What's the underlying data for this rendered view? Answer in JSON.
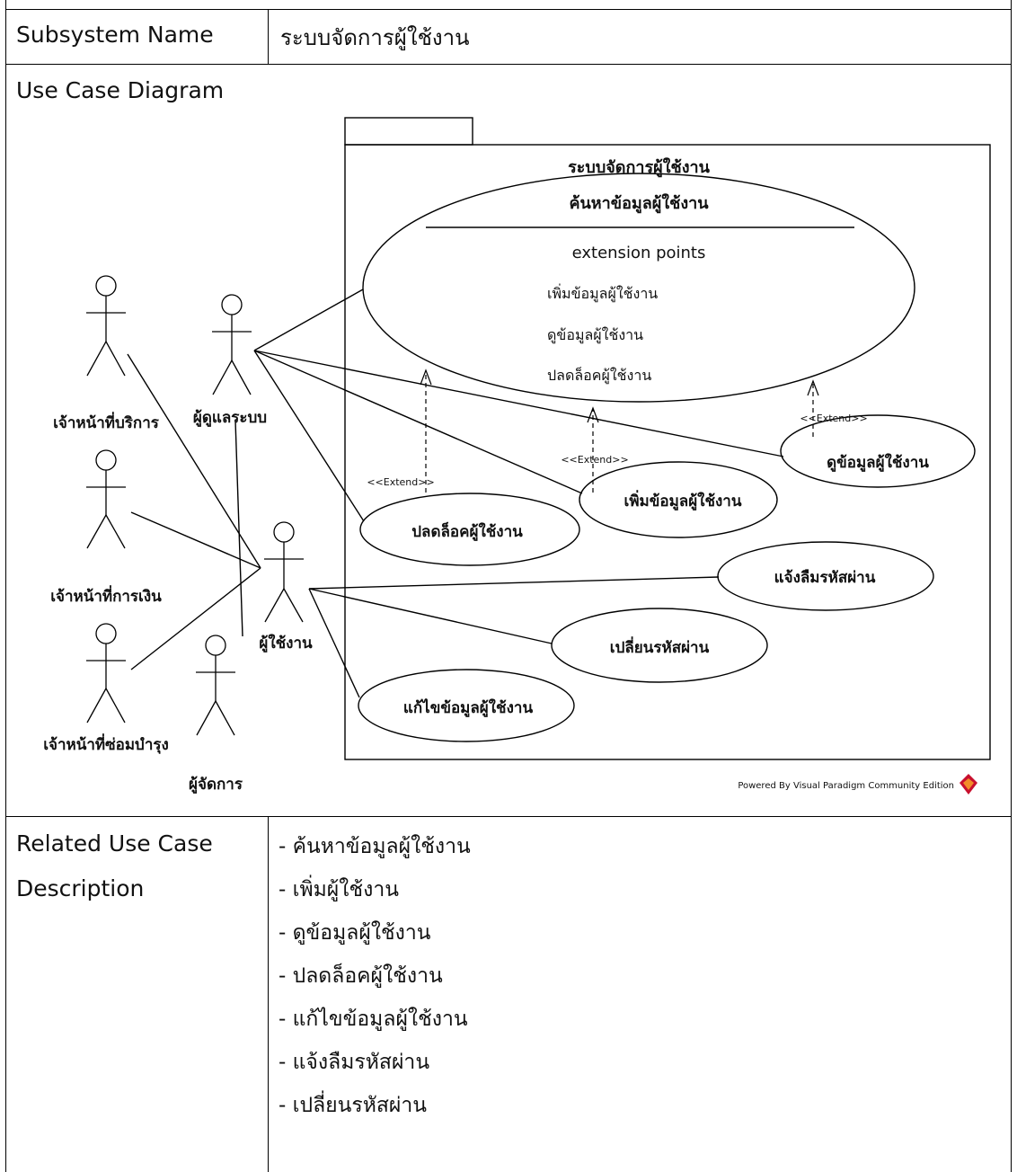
{
  "subsystem": {
    "label": "Subsystem Name",
    "value": "ระบบจัดการผู้ใช้งาน"
  },
  "diagram": {
    "label": "Use Case Diagram",
    "system_name": "ระบบจัดการผู้ใช้งาน",
    "main_use_case": {
      "name": "ค้นหาข้อมูลผู้ใช้งาน",
      "compartment_title": "extension points",
      "extension_points": [
        "เพิ่มข้อมูลผู้ใช้งาน",
        "ดูข้อมูลผู้ใช้งาน",
        "ปลดล็อคผู้ใช้งาน"
      ]
    },
    "use_cases": {
      "view": "ดูข้อมูลผู้ใช้งาน",
      "add": "เพิ่มข้อมูลผู้ใช้งาน",
      "unlock": "ปลดล็อคผู้ใช้งาน",
      "forgot": "แจ้งลืมรหัสผ่าน",
      "change": "เปลี่ยนรหัสผ่าน",
      "edit": "แก้ไขข้อมูลผู้ใช้งาน"
    },
    "extend_label": "<<Extend>>",
    "actors": {
      "service": "เจ้าหน้าที่บริการ",
      "admin": "ผู้ดูแลระบบ",
      "finance": "เจ้าหน้าที่การเงิน",
      "user": "ผู้ใช้งาน",
      "maintenance": "เจ้าหน้าที่ซ่อมบำรุง",
      "manager": "ผู้จัดการ"
    },
    "powered_by": "Powered By Visual Paradigm Community Edition",
    "colors": {
      "logo_red": "#c8102e",
      "logo_orange": "#f28c28"
    }
  },
  "related": {
    "label_line1": "Related Use Case",
    "label_line2": "Description",
    "items": [
      "- ค้นหาข้อมูลผู้ใช้งาน",
      "- เพิ่มผู้ใช้งาน",
      "- ดูข้อมูลผู้ใช้งาน",
      "- ปลดล็อคผู้ใช้งาน",
      "- แก้ไขข้อมูลผู้ใช้งาน",
      "- แจ้งลืมรหัสผ่าน",
      "- เปลี่ยนรหัสผ่าน"
    ]
  }
}
